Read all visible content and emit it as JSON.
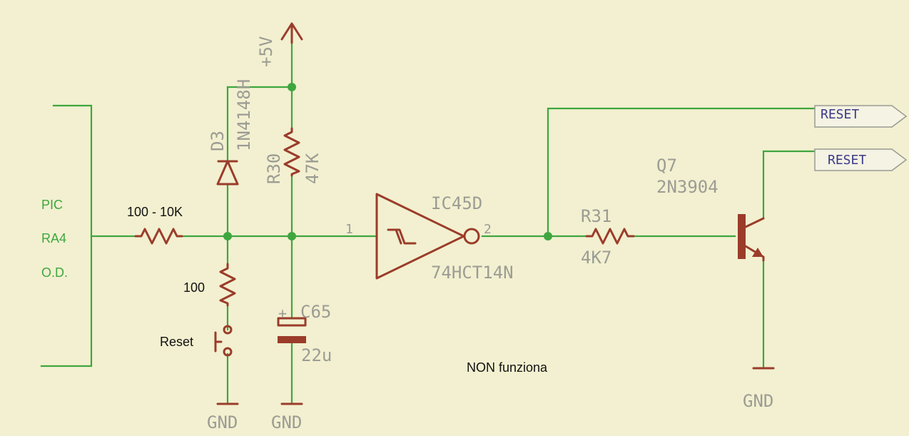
{
  "connector": {
    "line1": "PIC",
    "line2": "RA4",
    "line3": "O.D."
  },
  "resistor_in": {
    "value": "100 - 10K"
  },
  "resistor_reset": {
    "value": "100"
  },
  "switch": {
    "label": "Reset"
  },
  "diode": {
    "ref": "D3",
    "part": "1N4148H"
  },
  "supply": {
    "label": "+5V"
  },
  "r30": {
    "ref": "R30",
    "value": "47K"
  },
  "c65": {
    "ref": "C65",
    "value": "22u",
    "polarity": "+"
  },
  "ic": {
    "ref": "IC45D",
    "part": "74HCT14N",
    "pin_in": "1",
    "pin_out": "2"
  },
  "r31": {
    "ref": "R31",
    "value": "4K7"
  },
  "transistor": {
    "ref": "Q7",
    "part": "2N3904"
  },
  "flags": {
    "reset1": "RESET",
    "reset2": "RESET"
  },
  "grounds": {
    "g1": "GND",
    "g2": "GND",
    "g3": "GND"
  },
  "note": "NON funziona",
  "colors": {
    "background": "#f2f0d0",
    "wire": "#3fa63f",
    "component": "#9b3c2a",
    "junction": "#3fa63f",
    "text": "#9c9c94"
  }
}
